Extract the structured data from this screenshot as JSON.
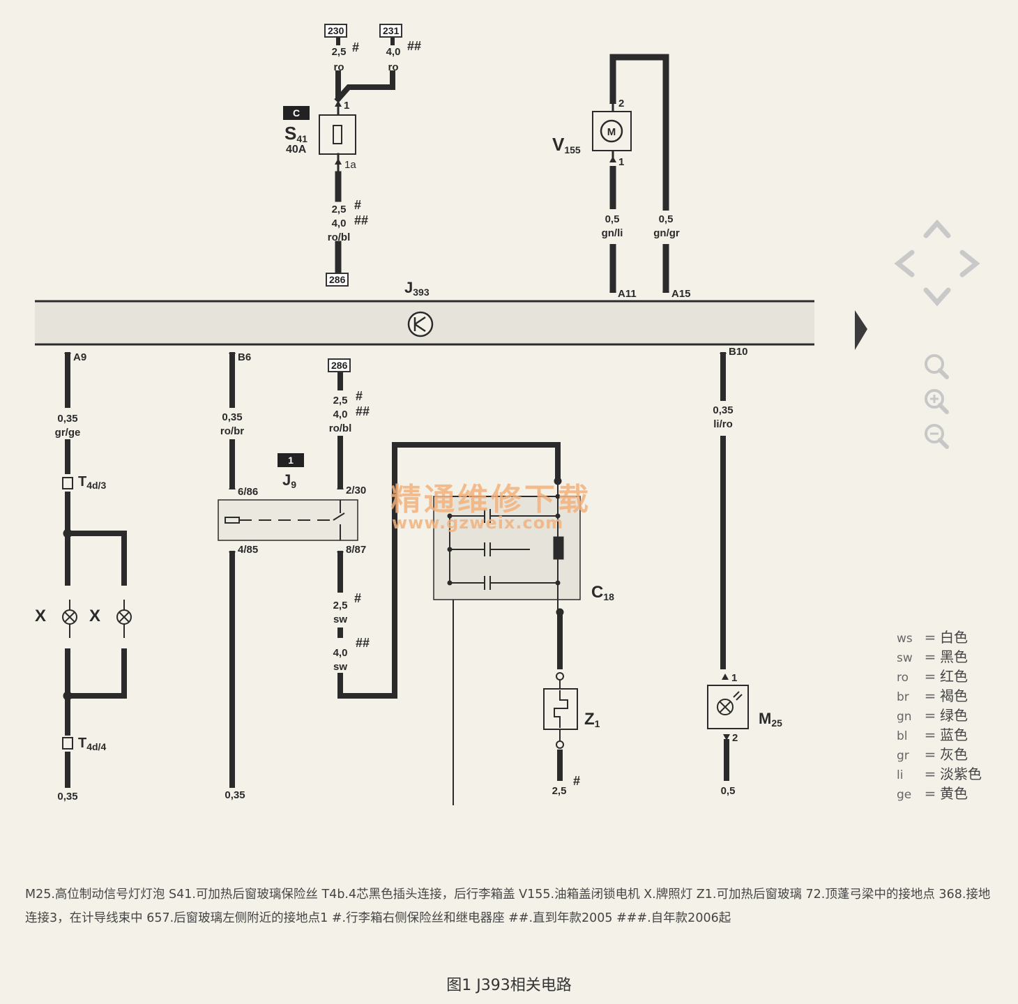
{
  "title": "图1  J393相关电路",
  "caption": "M25.高位制动信号灯灯泡    S41.可加热后窗玻璃保险丝    T4b.4芯黑色插头连接，后行李箱盖    V155.油箱盖闭锁电机    X.牌照灯    Z1.可加热后窗玻璃    72.顶蓬弓梁中的接地点    368.接地连接3，在计导线束中    657.后窗玻璃左侧附近的接地点1    #.行李箱右侧保险丝和继电器座    ##.直到年款2005    ###.自年款2006起",
  "watermark": {
    "cn": "精通维修下载",
    "url": "www.gzweix.com"
  },
  "legend": [
    {
      "code": "ws",
      "eq": "=",
      "meaning": "白色"
    },
    {
      "code": "sw",
      "eq": "=",
      "meaning": "黑色"
    },
    {
      "code": "ro",
      "eq": "=",
      "meaning": "红色"
    },
    {
      "code": "br",
      "eq": "=",
      "meaning": "褐色"
    },
    {
      "code": "gn",
      "eq": "=",
      "meaning": "绿色"
    },
    {
      "code": "bl",
      "eq": "=",
      "meaning": "蓝色"
    },
    {
      "code": "gr",
      "eq": "=",
      "meaning": "灰色"
    },
    {
      "code": "li",
      "eq": "=",
      "meaning": "淡紫色"
    },
    {
      "code": "ge",
      "eq": "=",
      "meaning": "黄色"
    }
  ],
  "components": {
    "j393": {
      "name": "J",
      "sub": "393"
    },
    "s41": {
      "name": "S",
      "sub": "41",
      "rating": "40A",
      "tag": "C"
    },
    "v155": {
      "name": "V",
      "sub": "155",
      "symbol": "M"
    },
    "j9": {
      "name": "J",
      "sub": "9",
      "tag": "1"
    },
    "c18": {
      "name": "C",
      "sub": "18"
    },
    "z1": {
      "name": "Z",
      "sub": "1"
    },
    "m25": {
      "name": "M",
      "sub": "25"
    },
    "t4d3": {
      "name": "T",
      "sub": "4d/3"
    },
    "t4d4": {
      "name": "T",
      "sub": "4d/4"
    },
    "x1": "X",
    "x2": "X"
  },
  "terminals": {
    "t230": "230",
    "t231": "231",
    "t286a": "286",
    "t286b": "286"
  },
  "pins": {
    "s41_1": "1",
    "s41_1a": "1a",
    "v155_2": "2",
    "v155_1": "1",
    "a11": "A11",
    "a15": "A15",
    "a9": "A9",
    "b6": "B6",
    "b10": "B10",
    "j9_686": "6/86",
    "j9_230": "2/30",
    "j9_485": "4/85",
    "j9_887": "8/87",
    "m25_1": "1",
    "m25_2": "2"
  },
  "wires": {
    "w230": {
      "size": "2,5",
      "mark": "#",
      "color": "ro"
    },
    "w231": {
      "size": "4,0",
      "mark": "##",
      "color": "ro"
    },
    "s41out": {
      "size1": "2,5",
      "mark1": "#",
      "size2": "4,0",
      "mark2": "##",
      "color": "ro/bl"
    },
    "v155a": {
      "size": "0,5",
      "color": "gn/li"
    },
    "v155b": {
      "size": "0,5",
      "color": "gn/gr"
    },
    "a9": {
      "size": "0,35",
      "color": "gr/ge"
    },
    "b6": {
      "size": "0,35",
      "color": "ro/br"
    },
    "j9in": {
      "size1": "2,5",
      "mark1": "#",
      "size2": "4,0",
      "mark2": "##",
      "color": "ro/bl"
    },
    "j9out1": {
      "size": "2,5",
      "mark": "#",
      "color": "sw"
    },
    "j9out2": {
      "size": "4,0",
      "mark": "##",
      "color": "sw"
    },
    "b10": {
      "size": "0,35",
      "color": "li/ro"
    },
    "bot1": {
      "size": "0,35"
    },
    "bot2": {
      "size": "0,35"
    },
    "bot3": {
      "size": "2,5",
      "mark": "#"
    },
    "bot4": {
      "size": "0,5"
    }
  },
  "colors": {
    "wire": "#2b2b2b",
    "bus_fill": "#e6e3da",
    "watermark": "#f3b27c",
    "background": "#f4f1e9"
  }
}
